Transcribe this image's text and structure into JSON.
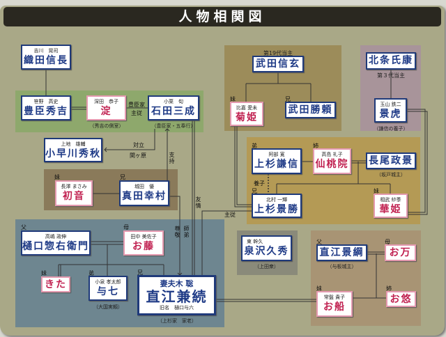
{
  "title": "人物相関図",
  "people": {
    "oda": {
      "actor": "吉川　晃司",
      "name": "織田信長"
    },
    "hideyoshi": {
      "actor": "笹野　高史",
      "name": "豊臣秀吉"
    },
    "yodo": {
      "actor": "深田　恭子",
      "name": "淀",
      "caption": "（秀吉の側室）"
    },
    "ishida": {
      "actor": "小栗　旬",
      "name": "石田三成",
      "caption": "（豊臣家・五奉行）"
    },
    "kobayakawa": {
      "actor": "上地　雄輔",
      "name": "小早川秀秋"
    },
    "hatsune": {
      "actor": "長澤 まさみ",
      "name": "初音"
    },
    "sanada": {
      "actor": "城田　優",
      "name": "真田幸村"
    },
    "higuchi": {
      "actor": "高嶋 政伸",
      "name": "樋口惣右衛門"
    },
    "ofuji": {
      "actor": "田中 美佐子",
      "name": "お藤"
    },
    "kita": {
      "name": "きた"
    },
    "yoshichi": {
      "actor": "小泉 孝太郎",
      "name": "与七",
      "caption": "（大国実頼）"
    },
    "naoe": {
      "actor": "妻夫木 聡",
      "name": "直江兼続",
      "old": "旧名　樋口与六",
      "caption": "（上杉家　家老）"
    },
    "shingen": {
      "name": "武田信玄",
      "note": "第19代当主"
    },
    "kikuhime": {
      "actor": "比嘉 愛未",
      "name": "菊姫"
    },
    "katsuyori": {
      "name": "武田勝頼"
    },
    "ujiyasu": {
      "name": "北条氏康",
      "note": "第３代当主"
    },
    "kagetora": {
      "actor": "玉山 鉄二",
      "name": "景虎",
      "caption": "（謙信の養子）"
    },
    "kenshin": {
      "actor": "阿部 寛",
      "name": "上杉謙信"
    },
    "sentoin": {
      "actor": "高島 礼子",
      "name": "仙桃院"
    },
    "nagao": {
      "name": "長尾政景",
      "caption": "（坂戸城主）"
    },
    "kagekatsu": {
      "actor": "北村 一輝",
      "name": "上杉景勝"
    },
    "hanahime": {
      "actor": "相武 紗季",
      "name": "華姫"
    },
    "izumisawa": {
      "actor": "東 幹久",
      "name": "泉沢久秀",
      "caption": "（上田衆）"
    },
    "kagetsuna": {
      "name": "直江景綱",
      "caption": "（与板城主）"
    },
    "oman": {
      "name": "お万"
    },
    "osen": {
      "actor": "常盤 貴子",
      "name": "お船"
    },
    "oyu": {
      "name": "お悠"
    }
  },
  "labels": {
    "toyotomi_jujyu": "豊臣家",
    "jujyu": "主従",
    "tairitsu": "対立",
    "sekigahara": "関ヶ原",
    "shiji": "支持",
    "yujo": "友情",
    "sonkei": "尊敬",
    "shitei": "師弟",
    "shujyu2": "主従",
    "yoshi": "養子",
    "imouto": "妹",
    "ani": "兄",
    "otouto": "弟",
    "ane": "姉",
    "chichi": "父",
    "haha": "母"
  }
}
